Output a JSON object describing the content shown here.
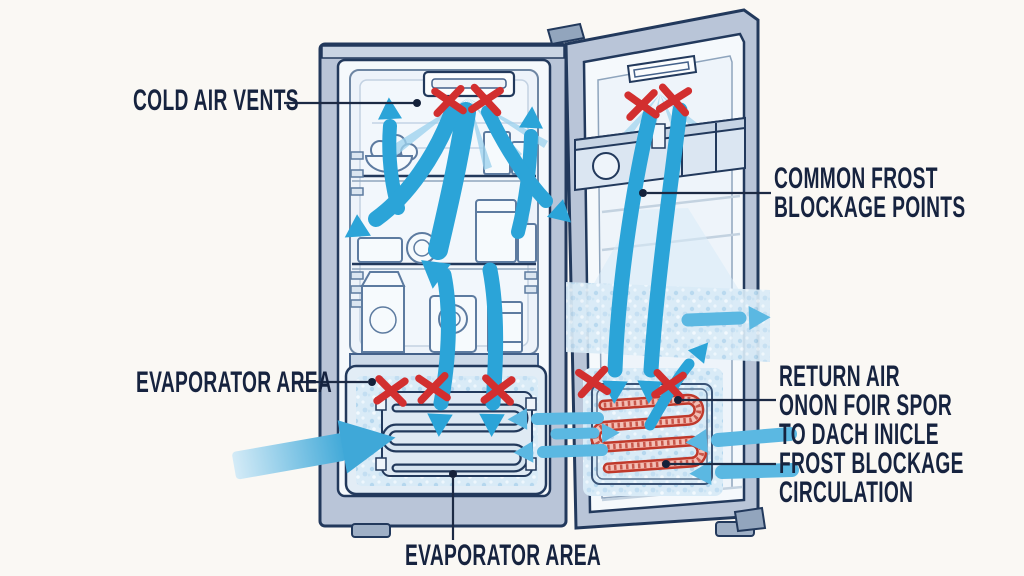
{
  "labels": {
    "cold_air_vents": "COLD AIR VENTS",
    "common_frost": {
      "line1": "COMMON FROST",
      "line2": "BLOCKAGE POINTS"
    },
    "evaporator_left": "EVAPORATOR AREA",
    "return_air": {
      "line1": "RETURN AIR",
      "line2": "ONON FOIR SPOR",
      "line3": "TO DACH INICLE",
      "line4": "FROST BLOCKAGE",
      "line5": "CIRCULATION"
    },
    "evaporator_bottom": "EVAPORATOR AREA"
  },
  "icons": {
    "blockage_marker": "red-x-mark",
    "airflow": "blue-arrow",
    "frost": "speckled-frost-texture"
  },
  "colors": {
    "arrow_blue": "#2ba4d8",
    "arrow_light_blue": "#5bb8e2",
    "blockage_red": "#d22f2f",
    "outline_navy": "#22395c",
    "label_navy": "#16233f",
    "coil_red": "#c0392b",
    "frost_blue": "#d9ebf7",
    "background": "#faf8f4"
  }
}
